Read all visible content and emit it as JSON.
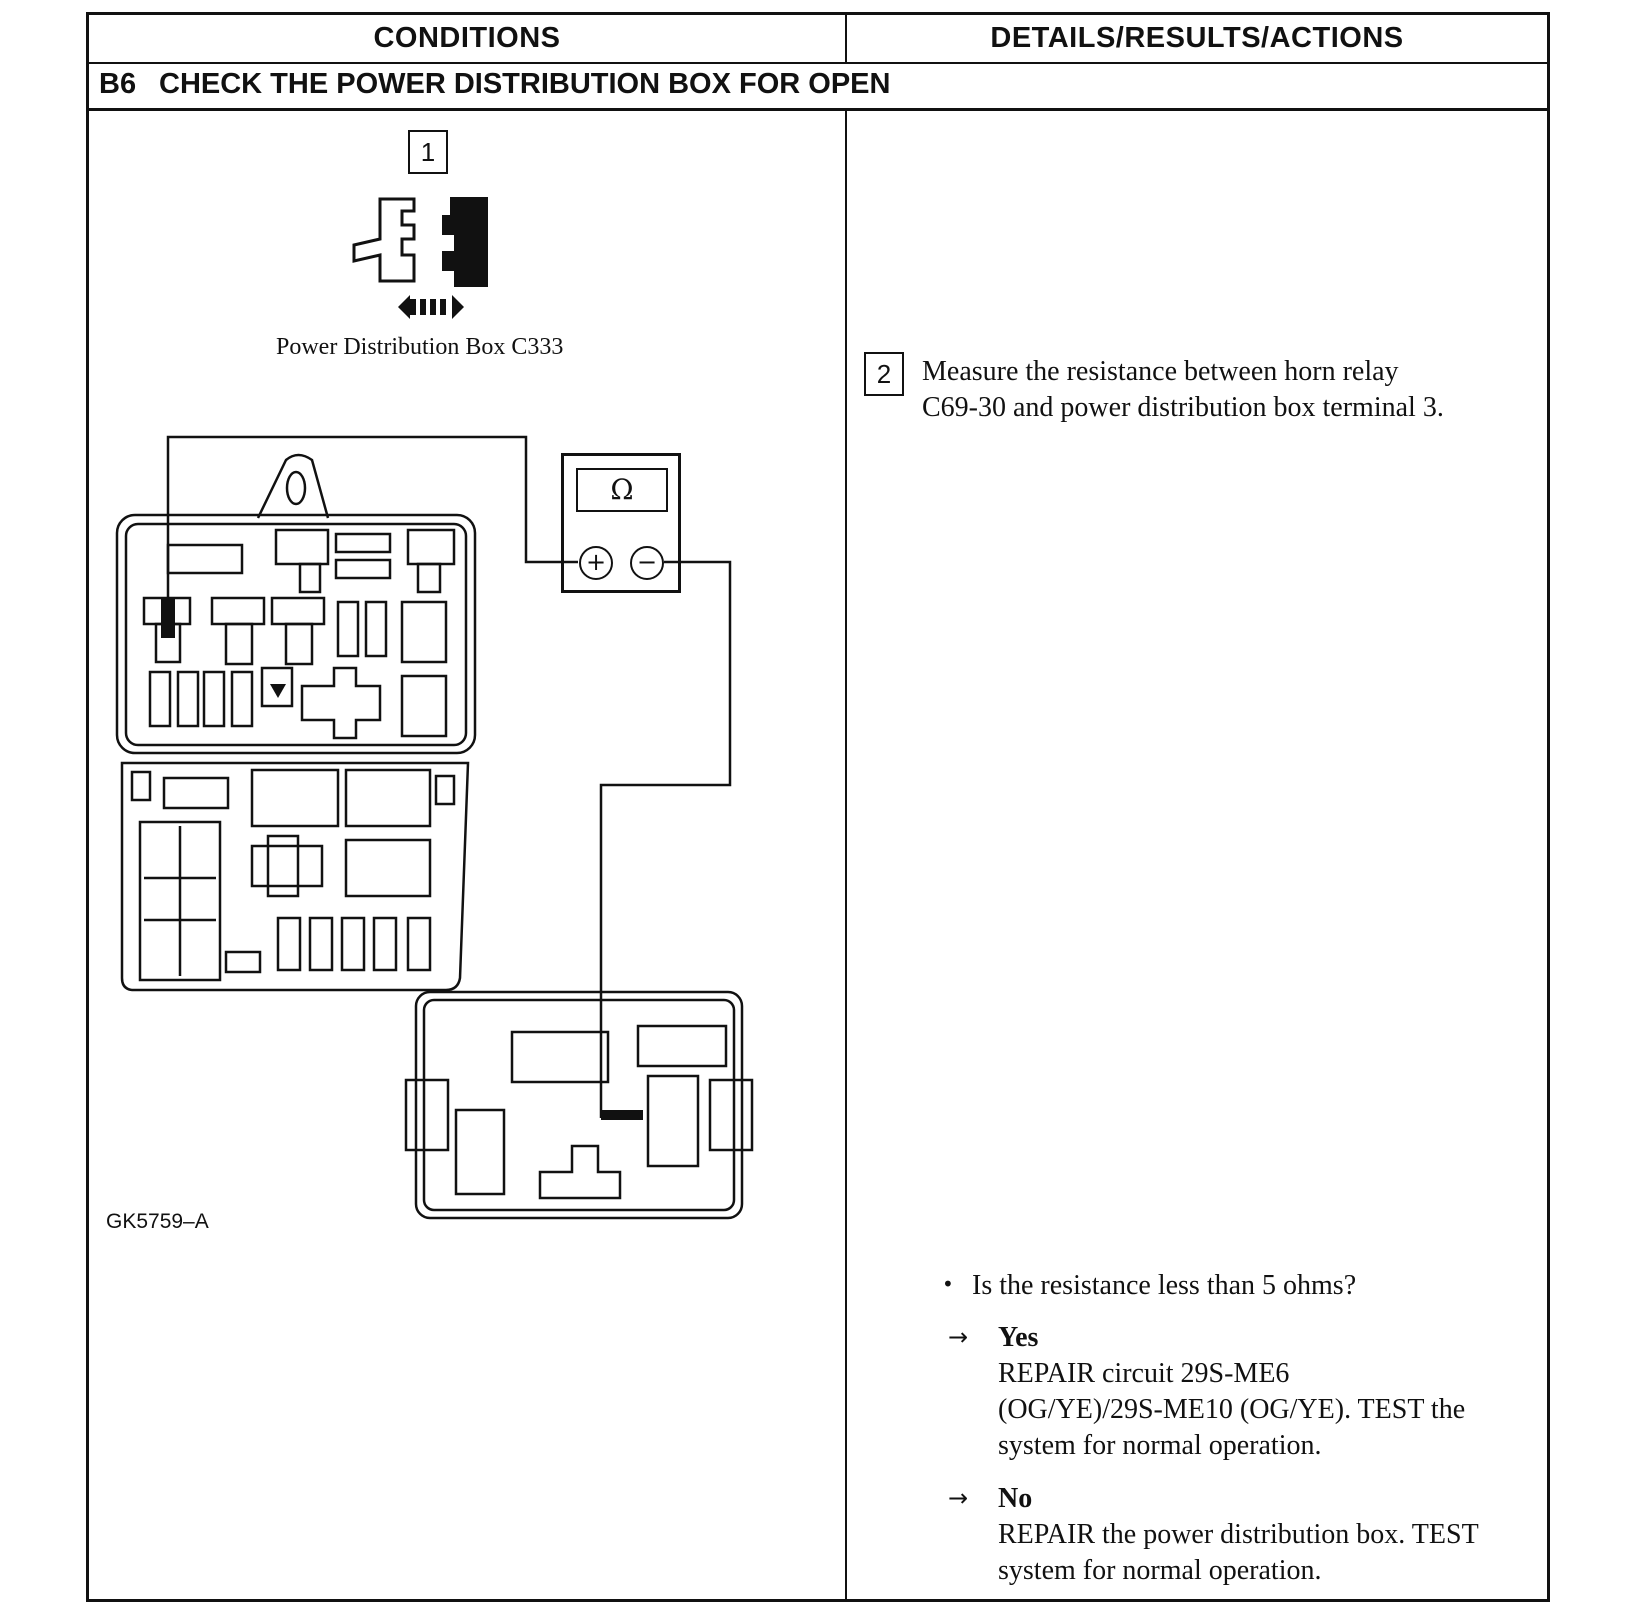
{
  "header": {
    "col1": "CONDITIONS",
    "col2": "DETAILS/RESULTS/ACTIONS"
  },
  "step": {
    "id": "B6",
    "title": "CHECK THE POWER DISTRIBUTION BOX FOR OPEN"
  },
  "left": {
    "step1_number": "1",
    "connector_caption": "Power Distribution Box C333",
    "meter_symbol": "Ω",
    "meter_plus": "+",
    "meter_minus": "−",
    "figure_id": "GK5759–A"
  },
  "right": {
    "step2_number": "2",
    "step2_line1": "Measure the resistance between horn relay",
    "step2_line2": "C69-30 and power distribution box terminal 3.",
    "question": "Is the resistance less than 5 ohms?",
    "yes": {
      "label": "Yes",
      "line1": "REPAIR circuit 29S-ME6",
      "line2": "(OG/YE)/29S-ME10 (OG/YE). TEST the",
      "line3": "system for normal operation."
    },
    "no": {
      "label": "No",
      "line1": "REPAIR the power distribution box. TEST",
      "line2": "system for normal operation."
    },
    "arrow_glyph": "→",
    "bullet_glyph": "•"
  }
}
